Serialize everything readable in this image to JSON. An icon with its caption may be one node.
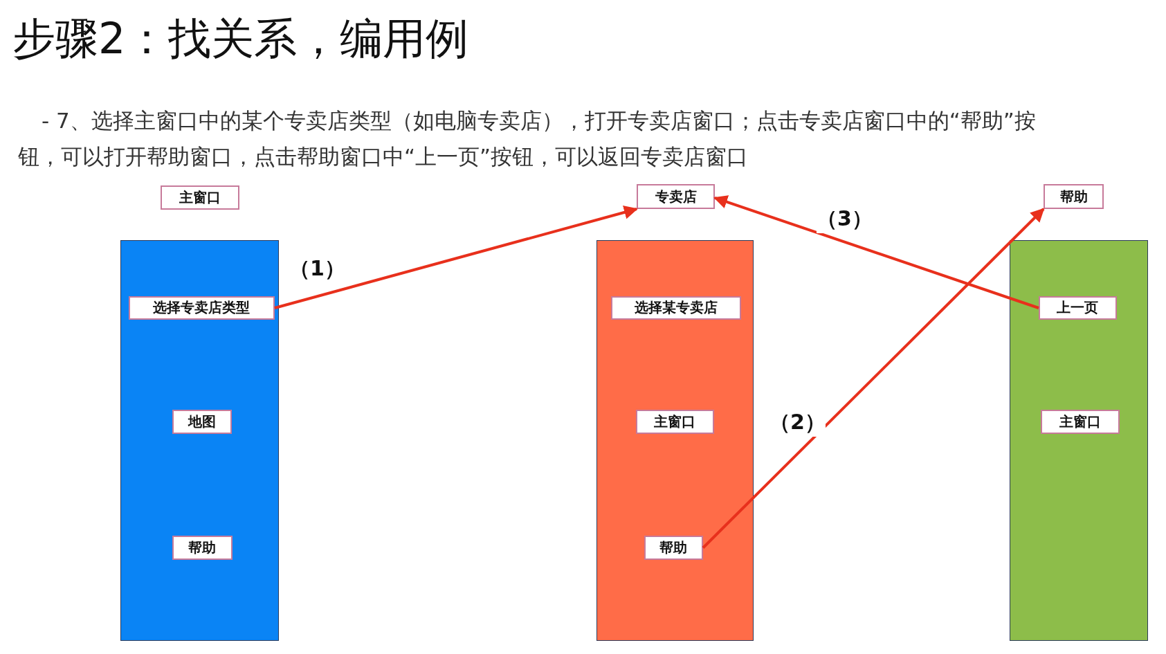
{
  "diagram": {
    "title": "步骤2：找关系，编用例",
    "nodes": [
      {
        "text": [
          "主窗口"
        ]
      },
      {
        "text": [
          "专卖店"
        ]
      },
      {
        "text": [
          "帮助"
        ]
      },
      {
        "text": [],
        "shape": "box"
      },
      {
        "text": [
          "选择专卖店类型"
        ],
        "in": 3
      },
      {
        "text": [
          "地图"
        ],
        "in": 3
      },
      {
        "text": [
          "帮助"
        ],
        "in": 3
      },
      {
        "text": [],
        "shape": "box"
      },
      {
        "text": [
          "选择某专卖店"
        ],
        "in": 7
      },
      {
        "text": [
          "主窗口"
        ],
        "in": 7
      },
      {
        "text": [
          "帮助"
        ],
        "in": 7
      },
      {
        "text": [],
        "shape": "box"
      },
      {
        "text": [
          "上一页"
        ],
        "in": 11
      },
      {
        "text": [
          "主窗口"
        ],
        "in": 11
      }
    ],
    "edges": [
      {
        "from": 4,
        "to": 1,
        "arrow": "to",
        "label": "（1）"
      },
      {
        "from": 10,
        "to": 2,
        "arrow": "to",
        "label": "（2）"
      },
      {
        "from": 12,
        "to": 1,
        "arrow": "to",
        "label": "（3）"
      }
    ],
    "labels": [
      "- 7、选择主窗口中的某个专卖店类型（如电脑专卖店），打开专卖店窗口；点击专卖店窗口中的“帮助”按钮，可以打开帮助窗口，点击帮助窗口中“上一页”按钮，可以返回专卖店窗口"
    ]
  }
}
